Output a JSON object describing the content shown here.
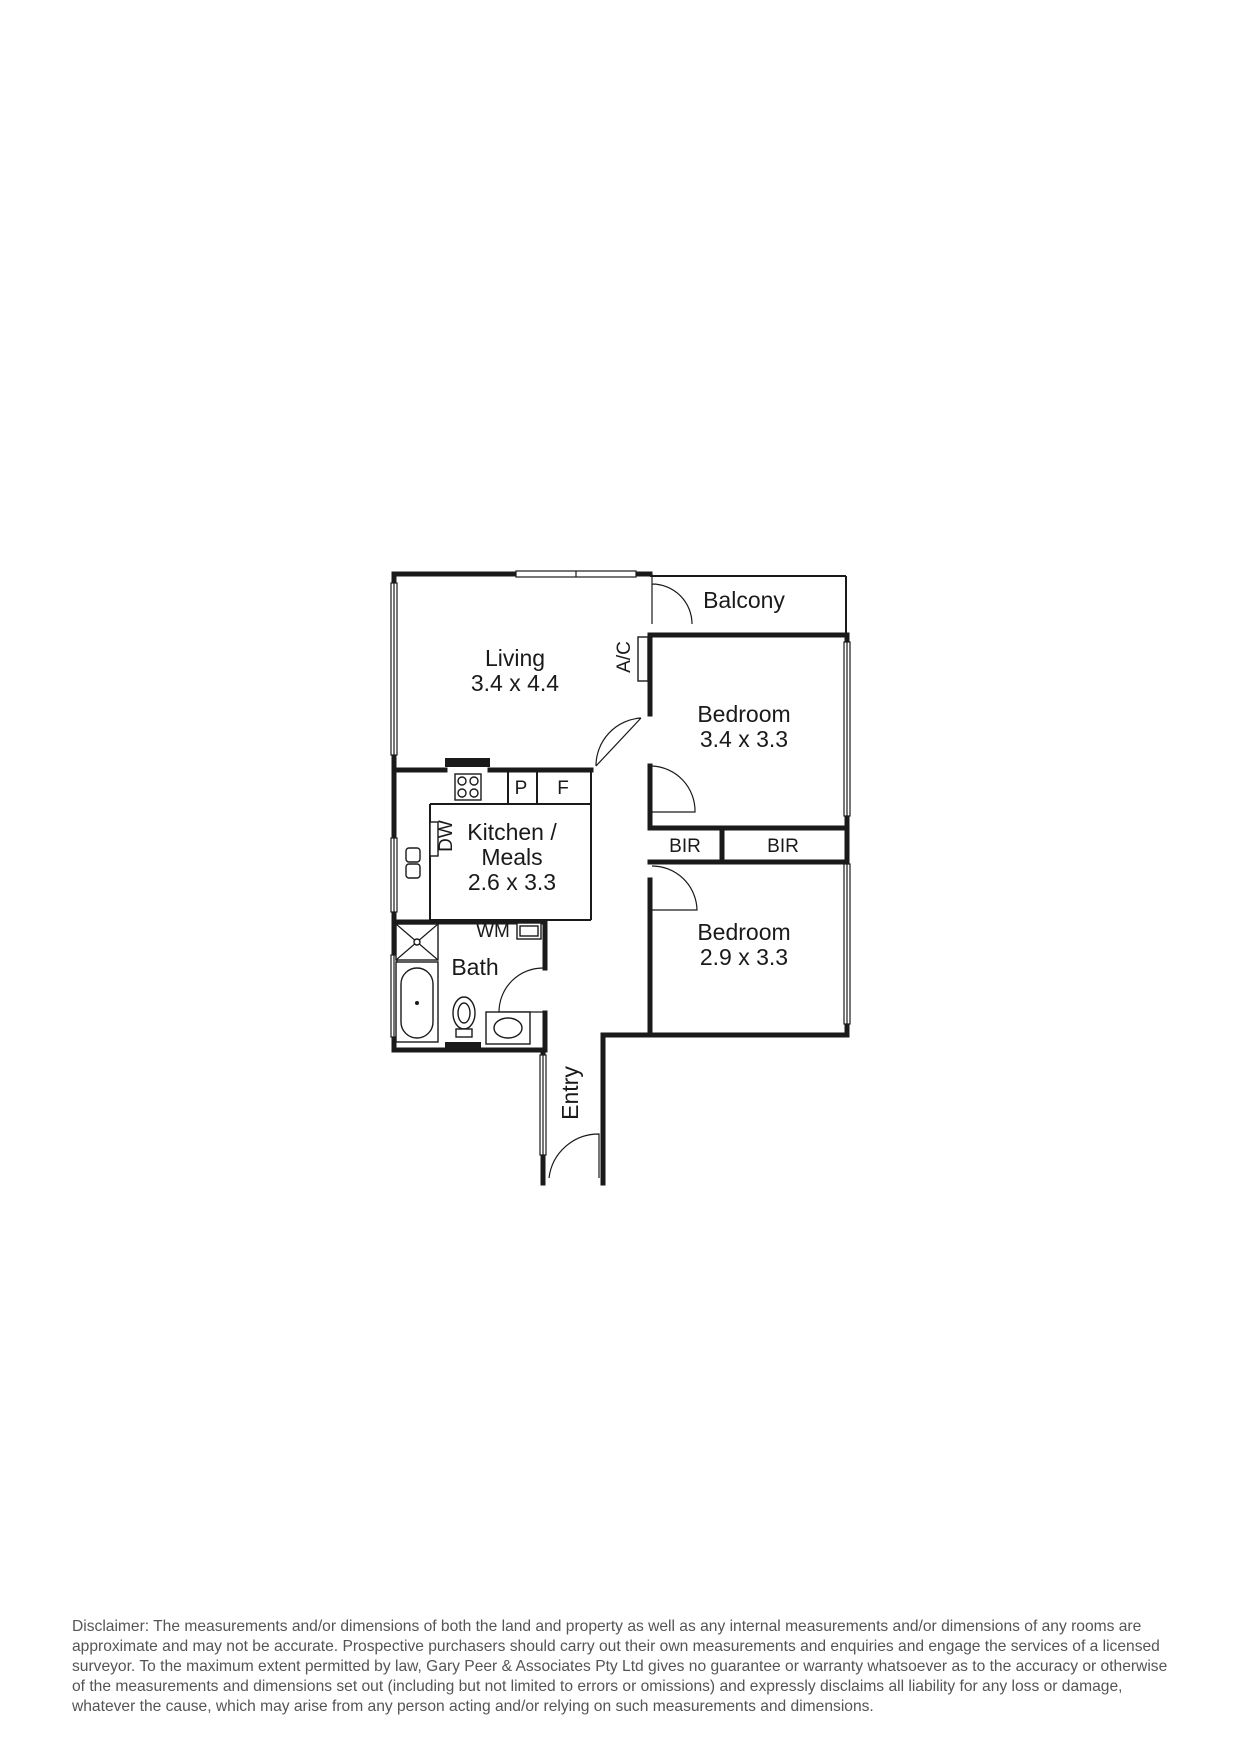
{
  "rooms": {
    "living": {
      "name": "Living",
      "dims": "3.4 x 4.4"
    },
    "balcony": {
      "name": "Balcony"
    },
    "bedroom1": {
      "name": "Bedroom",
      "dims": "3.4 x 3.3"
    },
    "bedroom2": {
      "name": "Bedroom",
      "dims": "2.9 x 3.3"
    },
    "kitchen": {
      "name_line1": "Kitchen /",
      "name_line2": "Meals",
      "dims": "2.6 x 3.3"
    },
    "bath": {
      "name": "Bath"
    },
    "entry": {
      "name": "Entry"
    }
  },
  "fixtures": {
    "ac": "A/C",
    "pantry": "P",
    "fridge": "F",
    "dishwasher": "DW",
    "washing_machine": "WM",
    "bir1": "BIR",
    "bir2": "BIR"
  },
  "disclaimer": "Disclaimer: The measurements and/or dimensions of both the land and property as well as any internal measurements and/or dimensions of any rooms are approximate and may not be accurate. Prospective purchasers should carry out their own measurements and enquiries and engage the services of a licensed surveyor. To the maximum extent permitted by law, Gary Peer & Associates Pty Ltd gives no guarantee or warranty whatsoever as to the accuracy or otherwise of the measurements and dimensions set out (including but not limited to errors or omissions) and expressly disclaims all liability for any loss or damage, whatever the cause, which may arise from any person acting and/or relying on such measurements and dimensions."
}
